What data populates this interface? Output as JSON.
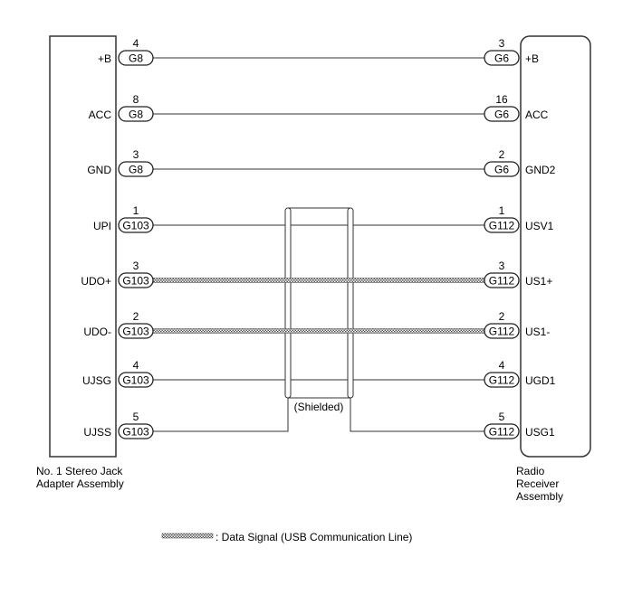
{
  "left_component": {
    "name_lines": [
      "No. 1 Stereo Jack",
      "Adapter Assembly"
    ]
  },
  "right_component": {
    "name_lines": [
      "Radio",
      "Receiver",
      "Assembly"
    ]
  },
  "shield_label": "(Shielded)",
  "legend": {
    "text": ": Data Signal (USB Communication Line)"
  },
  "wires": [
    {
      "left_pin": "+B",
      "left_conn": "G8",
      "left_num": "4",
      "right_conn": "G6",
      "right_num": "3",
      "right_pin": "+B",
      "data_signal": false
    },
    {
      "left_pin": "ACC",
      "left_conn": "G8",
      "left_num": "8",
      "right_conn": "G6",
      "right_num": "16",
      "right_pin": "ACC",
      "data_signal": false
    },
    {
      "left_pin": "GND",
      "left_conn": "G8",
      "left_num": "3",
      "right_conn": "G6",
      "right_num": "2",
      "right_pin": "GND2",
      "data_signal": false
    },
    {
      "left_pin": "UPI",
      "left_conn": "G103",
      "left_num": "1",
      "right_conn": "G112",
      "right_num": "1",
      "right_pin": "USV1",
      "data_signal": false
    },
    {
      "left_pin": "UDO+",
      "left_conn": "G103",
      "left_num": "3",
      "right_conn": "G112",
      "right_num": "3",
      "right_pin": "US1+",
      "data_signal": true
    },
    {
      "left_pin": "UDO-",
      "left_conn": "G103",
      "left_num": "2",
      "right_conn": "G112",
      "right_num": "2",
      "right_pin": "US1-",
      "data_signal": true
    },
    {
      "left_pin": "UJSG",
      "left_conn": "G103",
      "left_num": "4",
      "right_conn": "G112",
      "right_num": "4",
      "right_pin": "UGD1",
      "data_signal": false
    },
    {
      "left_pin": "UJSS",
      "left_conn": "G103",
      "left_num": "5",
      "right_conn": "G112",
      "right_num": "5",
      "right_pin": "USG1",
      "data_signal": false
    }
  ]
}
